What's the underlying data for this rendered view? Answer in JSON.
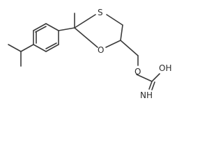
{
  "molecule": {
    "atoms": {
      "sulfur": "S",
      "ring_oxygen": "O",
      "ester_oxygen": "O",
      "hydroxyl": "OH",
      "imine": "NH"
    }
  }
}
